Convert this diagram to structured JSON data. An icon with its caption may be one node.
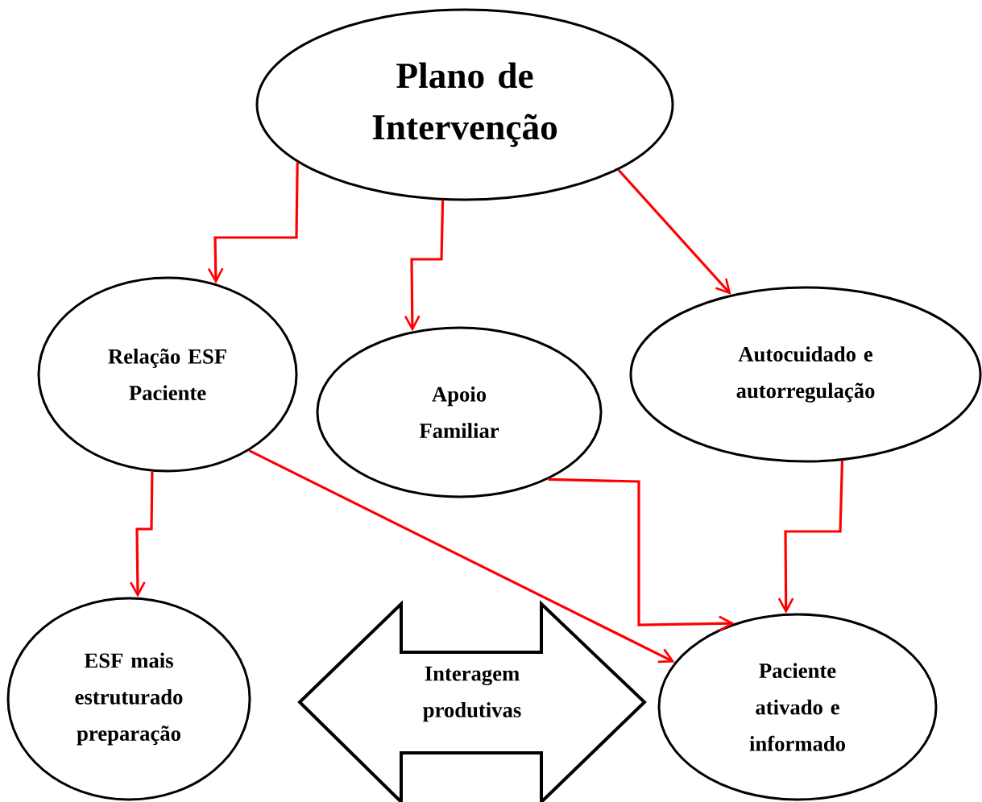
{
  "diagram": {
    "nodes": [
      {
        "text": [
          "Plano de Intervenção"
        ]
      },
      {
        "text": [
          "Relação ESF Paciente"
        ]
      },
      {
        "text": [
          "Apoio Familiar"
        ]
      },
      {
        "text": [
          "Autocuidado e autorregulação"
        ]
      },
      {
        "text": [
          "ESF mais estruturado preparação"
        ]
      },
      {
        "text": [
          "Interagem produtivas"
        ]
      },
      {
        "text": [
          "Paciente ativado e informado"
        ]
      }
    ],
    "edges": [
      {
        "from": 0,
        "to": 1,
        "arrow": "to"
      },
      {
        "from": 0,
        "to": 2,
        "arrow": "to"
      },
      {
        "from": 0,
        "to": 3,
        "arrow": "to"
      },
      {
        "from": 1,
        "to": 4,
        "arrow": "to"
      },
      {
        "from": 1,
        "to": 6,
        "arrow": "to"
      },
      {
        "from": 2,
        "to": 6,
        "arrow": "to"
      },
      {
        "from": 3,
        "to": 6,
        "arrow": "to"
      }
    ]
  }
}
